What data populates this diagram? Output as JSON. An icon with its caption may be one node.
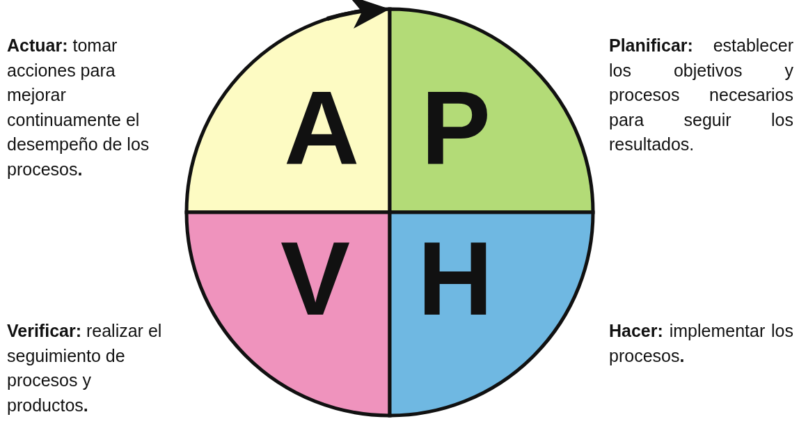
{
  "diagram": {
    "nodes": [
      {
        "text": [
          "A"
        ],
        "beside": [
          "**Actuar:** tomar acciones para mejorar continuamente el desempeño de los procesos**.**"
        ]
      },
      {
        "text": [
          "P"
        ],
        "beside": [
          "**Planificar:** establecer los objetivos y procesos necesarios para seguir los resultados."
        ]
      },
      {
        "text": [
          "V"
        ],
        "beside": [
          "**Verificar:** realizar el seguimiento de procesos y productos**.**"
        ]
      },
      {
        "text": [
          "H"
        ],
        "beside": [
          "**Hacer:** implementar los procesos**.**"
        ]
      }
    ]
  }
}
